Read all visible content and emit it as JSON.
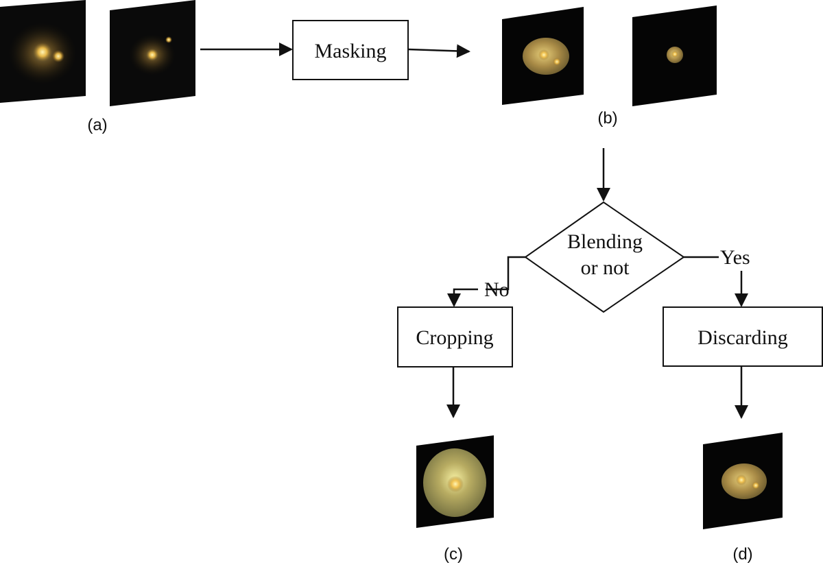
{
  "nodes": {
    "masking": "Masking",
    "blending_line1": "Blending",
    "blending_line2": "or not",
    "cropping": "Cropping",
    "discarding": "Discarding"
  },
  "branches": {
    "no": "No",
    "yes": "Yes"
  },
  "captions": {
    "a": "(a)",
    "b": "(b)",
    "c": "(c)",
    "d": "(d)"
  },
  "colors": {
    "panel": "#050505",
    "galaxy_core": "#ffe98a",
    "galaxy_glow": "#b8903a",
    "line": "#111111"
  }
}
